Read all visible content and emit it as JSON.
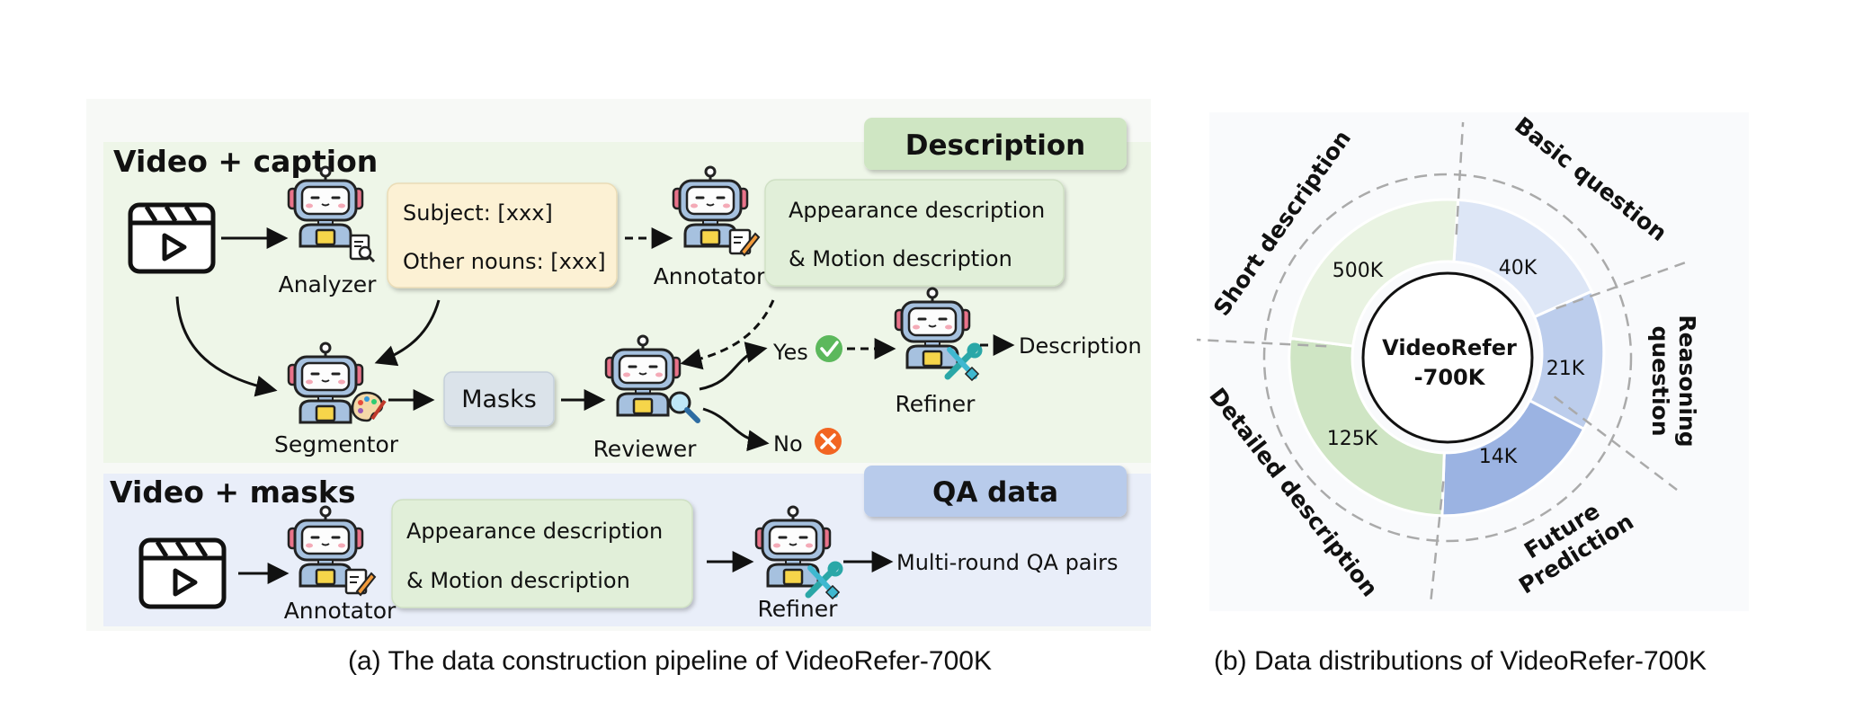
{
  "pipeline": {
    "section_description": {
      "title": "Video + caption",
      "tag": "Description",
      "analyzer_label": "Analyzer",
      "analyzer_output": [
        "Subject: [xxx]",
        "Other nouns: [xxx]"
      ],
      "annotator_label": "Annotator",
      "annotator_output": [
        "Appearance description",
        "& Motion description"
      ],
      "segmentor_label": "Segmentor",
      "masks_label": "Masks",
      "reviewer_label": "Reviewer",
      "yes_label": "Yes",
      "no_label": "No",
      "refiner_label": "Refiner",
      "final_output": "Description"
    },
    "section_qa": {
      "title": "Video + masks",
      "tag": "QA data",
      "annotator_label": "Annotator",
      "annotator_output": [
        "Appearance description",
        "& Motion description"
      ],
      "refiner_label": "Refiner",
      "final_output": "Multi-round QA pairs"
    },
    "caption": "(a) The data construction pipeline of VideoRefer-700K"
  },
  "distribution": {
    "center_label": [
      "VideoRefer",
      "-700K"
    ],
    "segments": [
      {
        "label": "40K",
        "color": "#dde6f6"
      },
      {
        "label": "21K",
        "color": "#bccdec"
      },
      {
        "label": "14K",
        "color": "#9bb3e2"
      },
      {
        "label": "125K",
        "color": "#cfe5c4"
      },
      {
        "label": "500K",
        "color": "#e9f3e2"
      }
    ],
    "outer_labels": {
      "basic": "Basic question",
      "reasoning": [
        "Reasoning",
        "question"
      ],
      "future": [
        "Future",
        "Prediction"
      ],
      "detailed": "Detailed description",
      "short": "Short description"
    },
    "caption": "(b) Data distributions of VideoRefer-700K"
  },
  "colors": {
    "description_bg": "#eef6e8",
    "qa_bg": "#e9eef9",
    "description_tag": "#cfe6c3",
    "qa_tag": "#b8cbeb",
    "yes_check": "#5cb85c",
    "no_cross": "#f26522"
  }
}
